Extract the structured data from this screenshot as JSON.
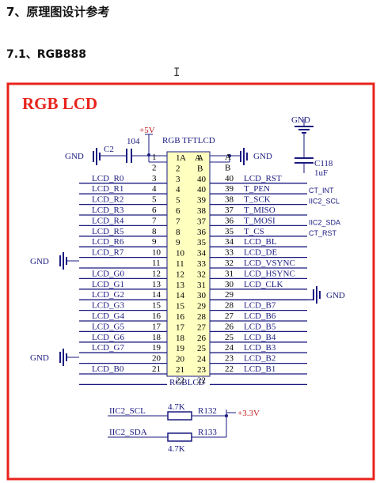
{
  "heading": "7、原理图设计参考",
  "subheading": "7.1、RGB888",
  "cursor_glyph": "I",
  "colors": {
    "border": "#e8231c",
    "wire": "#1a1a80",
    "chip": "#ffffc0",
    "title": "#e8231c"
  },
  "diagram": {
    "title": "RGB LCD",
    "connector_name": "RGB TFTLCD",
    "connector_ref": "RGBLCD",
    "col_a": "A",
    "col_b": "B",
    "power_5v": "+5V",
    "power_33v": "+3.3V",
    "gnd": "GND",
    "cap_c2_ref": "C2",
    "cap_c2_val": "104",
    "cap_c118_ref": "C118",
    "cap_c118_val": "1uF",
    "r132_ref": "R132",
    "r132_val": "4.7K",
    "r133_ref": "R133",
    "r133_val": "4.7K",
    "iic_scl": "IIC2_SCL",
    "iic_sda": "IIC2_SDA",
    "rows": [
      {
        "ln": "1",
        "lp": "1",
        "rp": "A",
        "rn": "A",
        "ll": "",
        "rl": "",
        "nt": ""
      },
      {
        "ln": "2",
        "lp": "2",
        "rp": "B",
        "rn": "B",
        "ll": "",
        "rl": "",
        "nt": ""
      },
      {
        "ln": "3",
        "lp": "3",
        "rp": "40",
        "rn": "40",
        "ll": "LCD_R0",
        "rl": "LCD_RST",
        "nt": ""
      },
      {
        "ln": "4",
        "lp": "4",
        "rp": "40",
        "rn": "39",
        "ll": "LCD_R1",
        "rl": "T_PEN",
        "nt": "CT_INT"
      },
      {
        "ln": "5",
        "lp": "5",
        "rp": "39",
        "rn": "38",
        "ll": "LCD_R2",
        "rl": "T_SCK",
        "nt": "IIC2_SCL"
      },
      {
        "ln": "6",
        "lp": "6",
        "rp": "38",
        "rn": "37",
        "ll": "LCD_R3",
        "rl": "T_MISO",
        "nt": ""
      },
      {
        "ln": "7",
        "lp": "7",
        "rp": "37",
        "rn": "36",
        "ll": "LCD_R4",
        "rl": "T_MOSI",
        "nt": "IIC2_SDA"
      },
      {
        "ln": "8",
        "lp": "8",
        "rp": "36",
        "rn": "35",
        "ll": "LCD_R5",
        "rl": "T_CS",
        "nt": "CT_RST"
      },
      {
        "ln": "9",
        "lp": "9",
        "rp": "35",
        "rn": "34",
        "ll": "LCD_R6",
        "rl": "LCD_BL",
        "nt": ""
      },
      {
        "ln": "10",
        "lp": "10",
        "rp": "34",
        "rn": "33",
        "ll": "LCD_R7",
        "rl": "LCD_DE",
        "nt": ""
      },
      {
        "ln": "11",
        "lp": "11",
        "rp": "33",
        "rn": "32",
        "ll": "",
        "rl": "LCD_VSYNC",
        "nt": ""
      },
      {
        "ln": "12",
        "lp": "12",
        "rp": "32",
        "rn": "31",
        "ll": "LCD_G0",
        "rl": "LCD_HSYNC",
        "nt": ""
      },
      {
        "ln": "13",
        "lp": "13",
        "rp": "31",
        "rn": "30",
        "ll": "LCD_G1",
        "rl": "LCD_CLK",
        "nt": ""
      },
      {
        "ln": "14",
        "lp": "14",
        "rp": "30",
        "rn": "29",
        "ll": "LCD_G2",
        "rl": "",
        "nt": ""
      },
      {
        "ln": "15",
        "lp": "15",
        "rp": "29",
        "rn": "28",
        "ll": "LCD_G3",
        "rl": "LCD_B7",
        "nt": ""
      },
      {
        "ln": "16",
        "lp": "16",
        "rp": "28",
        "rn": "27",
        "ll": "LCD_G4",
        "rl": "LCD_B6",
        "nt": ""
      },
      {
        "ln": "17",
        "lp": "17",
        "rp": "27",
        "rn": "26",
        "ll": "LCD_G5",
        "rl": "LCD_B5",
        "nt": ""
      },
      {
        "ln": "18",
        "lp": "18",
        "rp": "26",
        "rn": "25",
        "ll": "LCD_G6",
        "rl": "LCD_B4",
        "nt": ""
      },
      {
        "ln": "19",
        "lp": "19",
        "rp": "25",
        "rn": "24",
        "ll": "LCD_G7",
        "rl": "LCD_B3",
        "nt": ""
      },
      {
        "ln": "20",
        "lp": "20",
        "rp": "24",
        "rn": "23",
        "ll": "",
        "rl": "LCD_B2",
        "nt": ""
      },
      {
        "ln": "21",
        "lp": "21",
        "rp": "23",
        "rn": "22",
        "ll": "LCD_B0",
        "rl": "LCD_B1",
        "nt": ""
      },
      {
        "ln": "",
        "lp": "22",
        "rp": "22",
        "rn": "",
        "ll": "",
        "rl": "",
        "nt": ""
      }
    ]
  }
}
